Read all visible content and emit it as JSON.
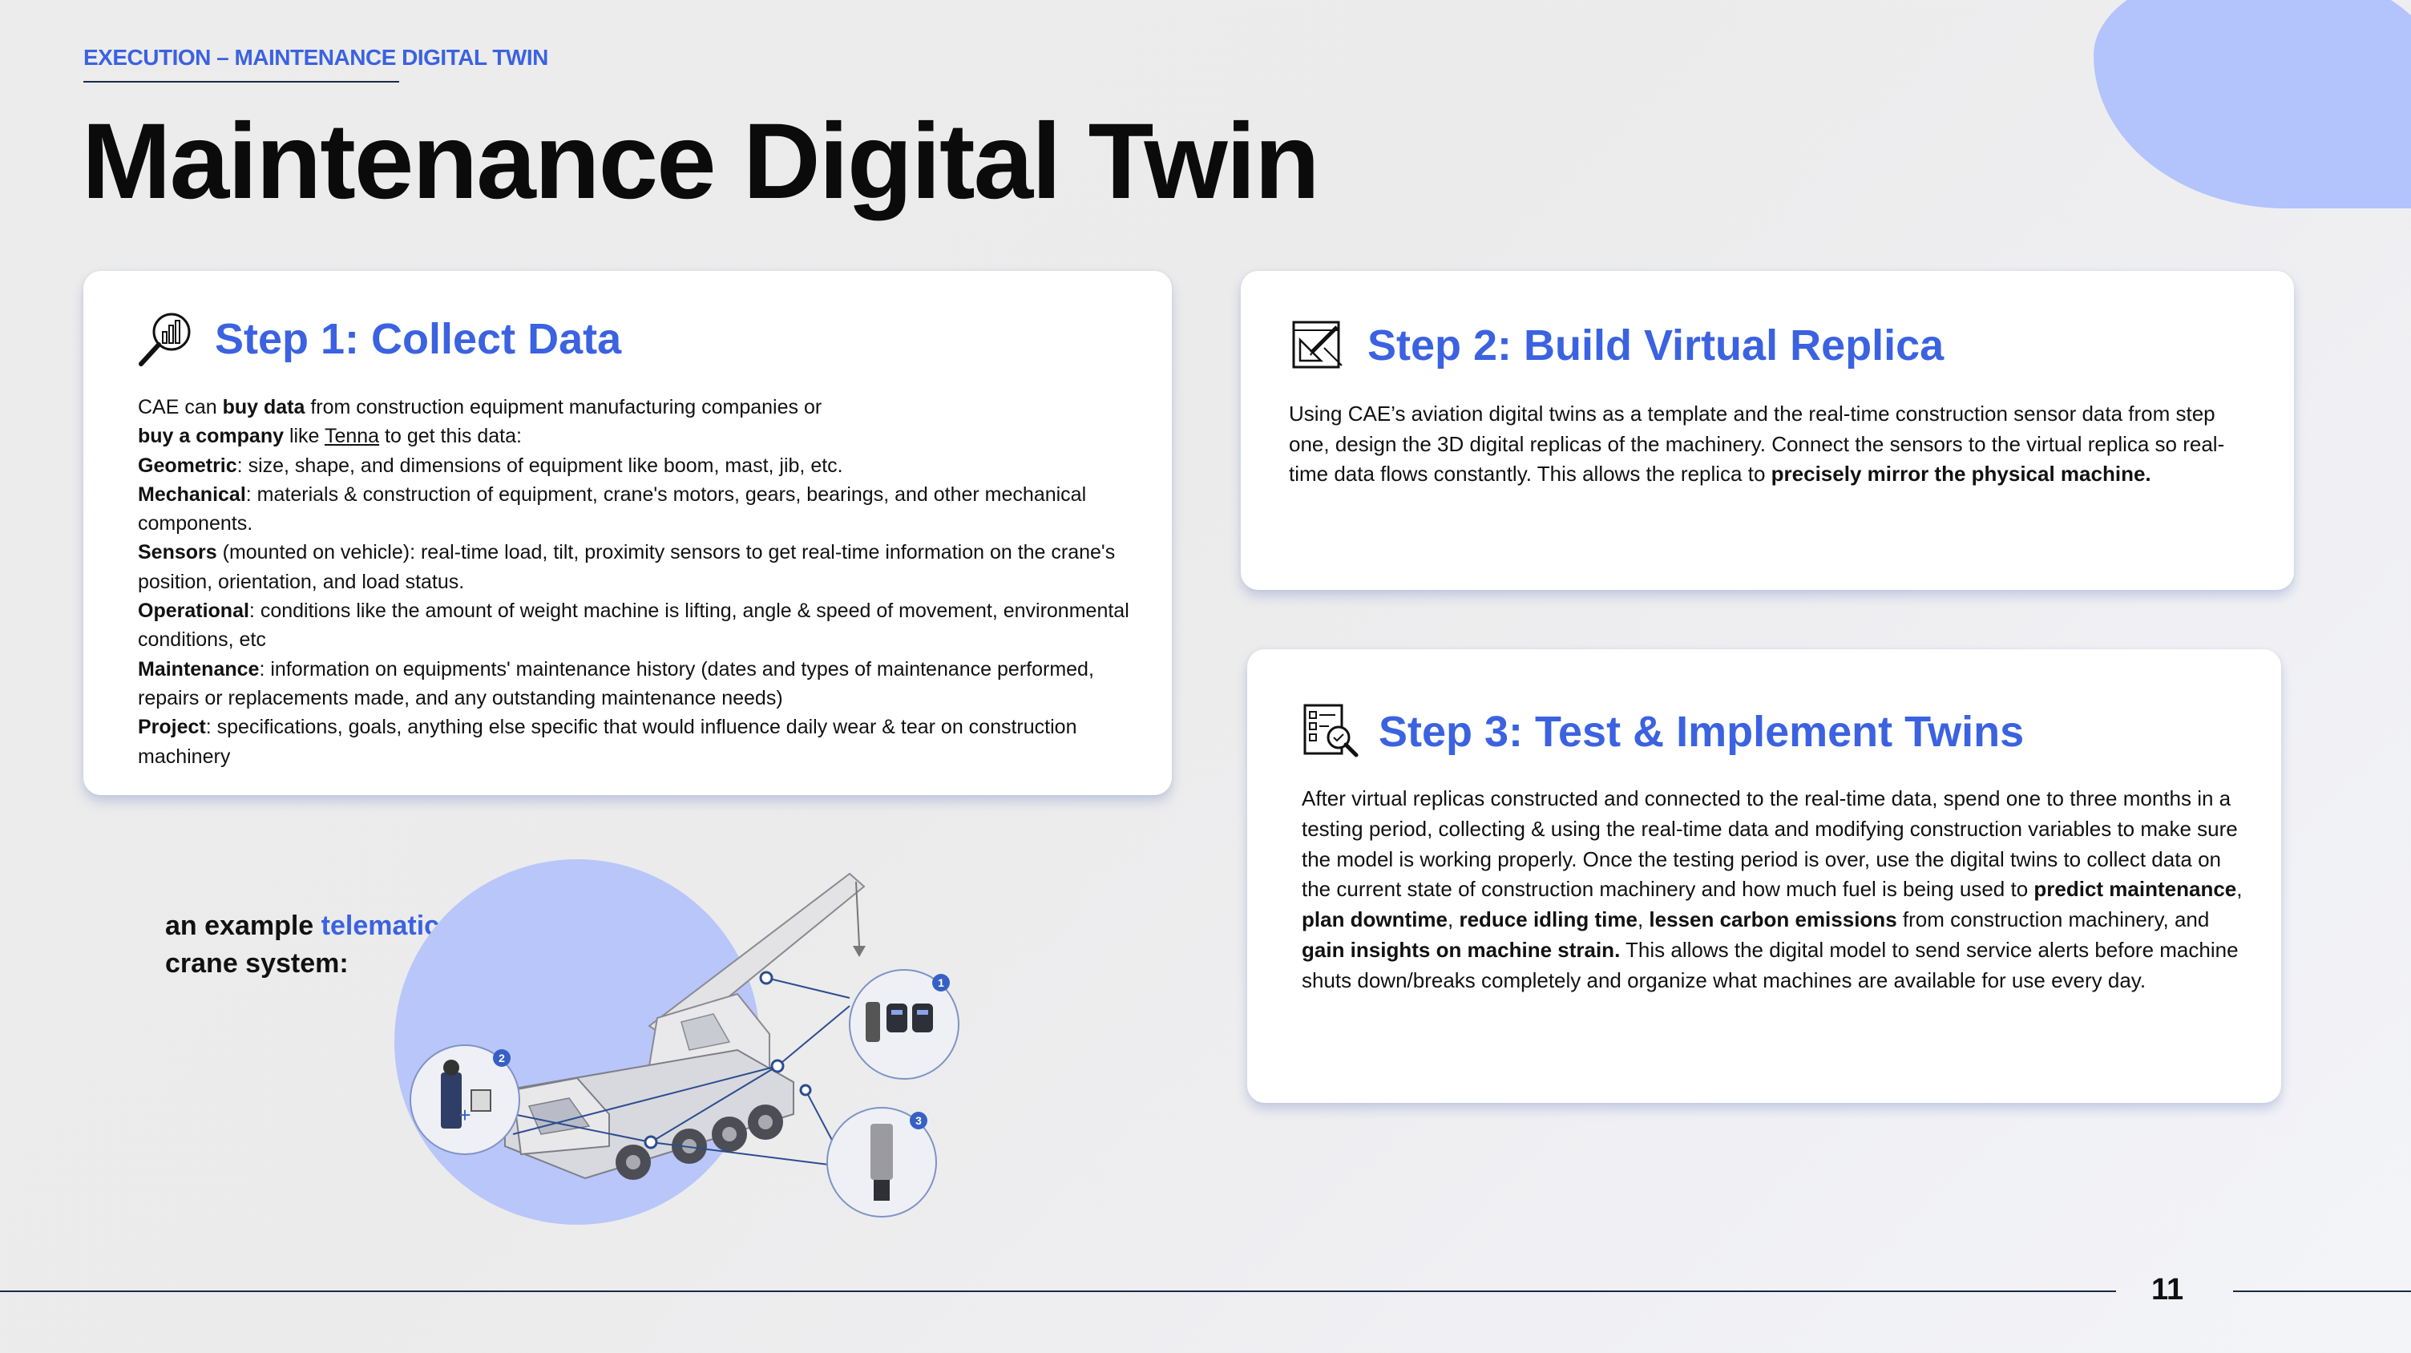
{
  "header": {
    "kicker": "EXECUTION – MAINTENANCE DIGITAL TWIN",
    "title": "Maintenance Digital Twin"
  },
  "step1": {
    "title": "Step 1: Collect Data",
    "icon": "magnifier-chart-icon",
    "intro_1": "CAE can ",
    "intro_bold_1": "buy data",
    "intro_2": " from construction equipment manufacturing companies or",
    "intro_bold_2": "buy a company",
    "intro_3": " like ",
    "intro_link": "Tenna",
    "intro_4": " to get this data:",
    "items": [
      {
        "label": "Geometric",
        "text": ": size, shape, and dimensions of equipment like boom, mast, jib, etc."
      },
      {
        "label": "Mechanical",
        "text": ": materials & construction of equipment, crane's motors, gears, bearings, and other mechanical components."
      },
      {
        "label": "Sensors",
        "text": " (mounted on vehicle): real-time load, tilt, proximity sensors to get real-time information on the crane's position, orientation, and load status."
      },
      {
        "label": "Operational",
        "text": ": conditions like the amount of weight machine is lifting, angle & speed of movement, environmental conditions, etc"
      },
      {
        "label": "Maintenance",
        "text": ": information on equipments' maintenance history (dates and types of maintenance performed, repairs or replacements made, and any outstanding maintenance needs)"
      },
      {
        "label": "Project",
        "text": ": specifications, goals, anything else specific that would influence daily wear & tear on construction machinery"
      }
    ]
  },
  "step2": {
    "title": "Step 2: Build Virtual Replica",
    "icon": "blueprint-pencil-icon",
    "text_1": "Using CAE’s aviation digital twins as a template and the real-time construction sensor data from step one, design the 3D digital replicas of the machinery. Connect the sensors to the virtual replica so real-time data flows constantly. This allows the replica to ",
    "bold_1": "precisely mirror the physical machine."
  },
  "step3": {
    "title": "Step 3: Test & Implement Twins",
    "icon": "document-search-icon",
    "text_1": "After virtual replicas constructed and connected to the real-time data, spend one to three months in a testing period, collecting & using the real-time data and modifying construction variables to make sure the model is working properly. Once the testing period is over, use the digital twins to collect data on the current state of construction machinery and how much fuel is being used to ",
    "bold_1": "predict maintenance",
    "sep_1": ", ",
    "bold_2": "plan downtime",
    "sep_2": ", ",
    "bold_3": "reduce idling time",
    "sep_3": ", ",
    "bold_4": "lessen carbon emissions",
    "text_2": " from construction machinery, and ",
    "bold_5": "gain insights on machine strain.",
    "text_3": " This allows the digital model to send service alerts before machine shuts down/breaks completely and organize what machines are available for use every day."
  },
  "telematics": {
    "caption_1": "an example ",
    "caption_accent": "telematics",
    "caption_2": "crane system:",
    "badges": [
      "1",
      "2",
      "3"
    ]
  },
  "footer": {
    "page_number": "11"
  },
  "colors": {
    "accent": "#3b62e0",
    "blob": "#b3c3fb",
    "crane_circle": "#b8c6fa",
    "navy": "#1b2a4a"
  }
}
